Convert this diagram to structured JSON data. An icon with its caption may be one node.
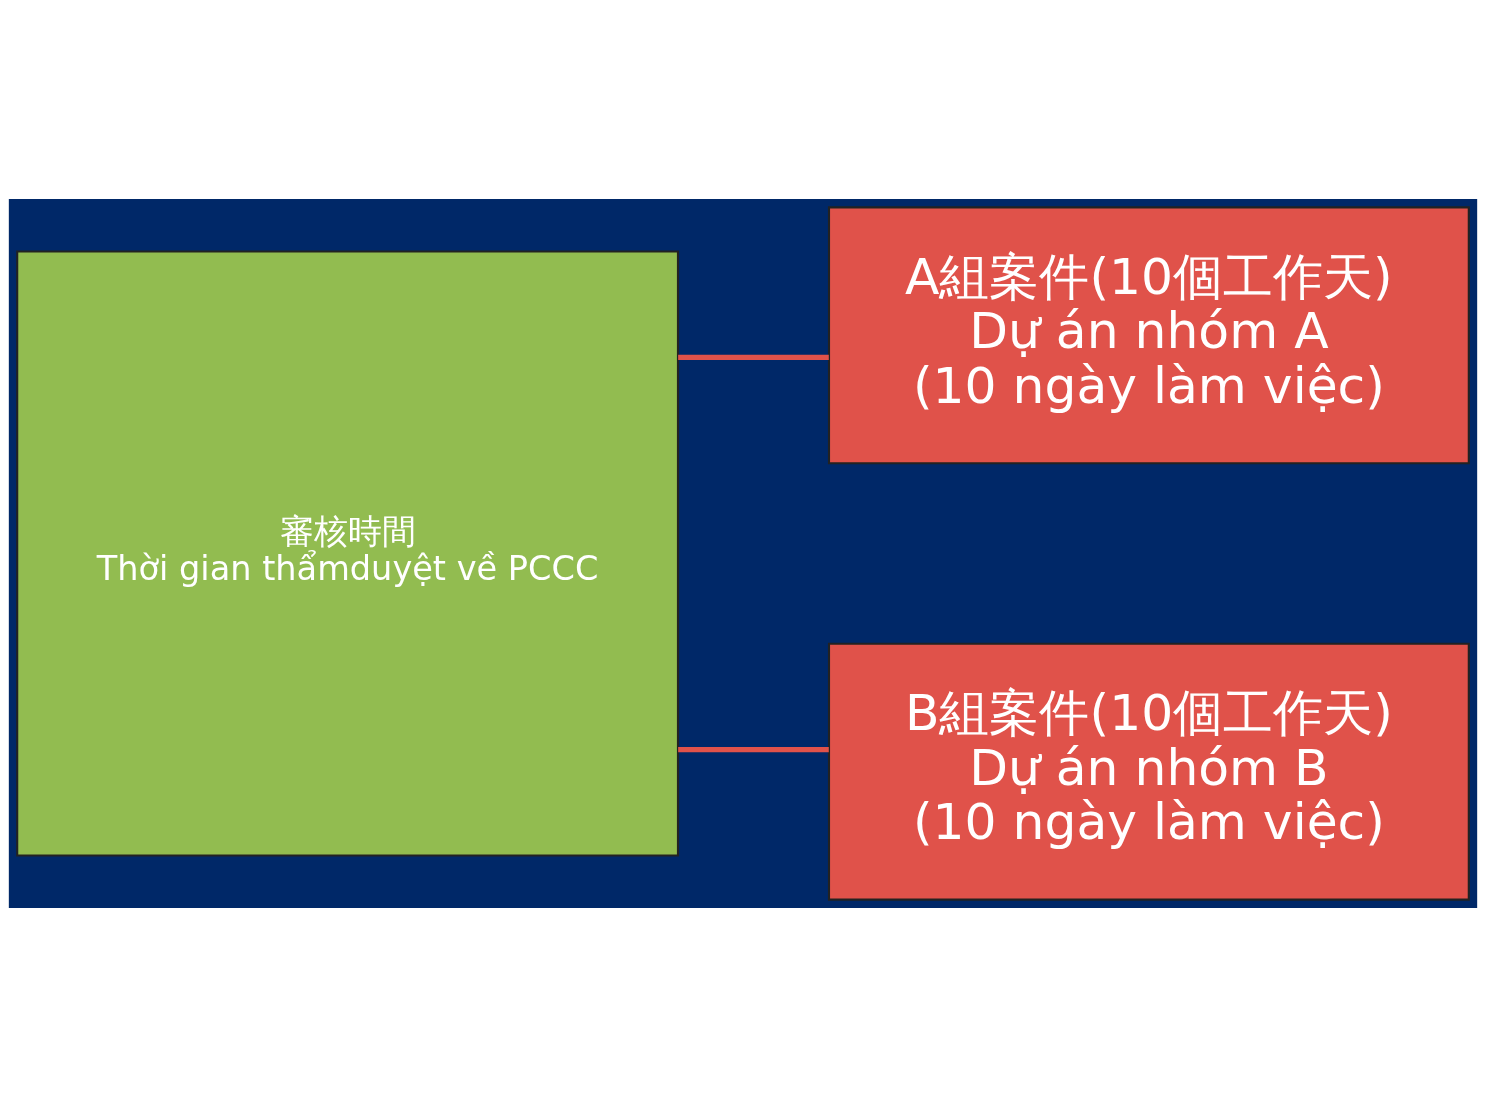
{
  "diagram": {
    "nodes": [
      {
        "text": [
          "審核時間",
          "Thời gian thẩmduyệt về PCCC"
        ]
      },
      {
        "text": [
          "A組案件(10個工作天)",
          "Dự án nhóm A",
          "(10 ngày làm việc)"
        ]
      },
      {
        "text": [
          "B組案件(10個工作天)",
          "Dự án nhóm B",
          "(10 ngày làm việc)"
        ]
      }
    ],
    "edges": [
      {
        "from": 0,
        "to": 1,
        "arrow": "none"
      },
      {
        "from": 0,
        "to": 2,
        "arrow": "none"
      }
    ]
  }
}
